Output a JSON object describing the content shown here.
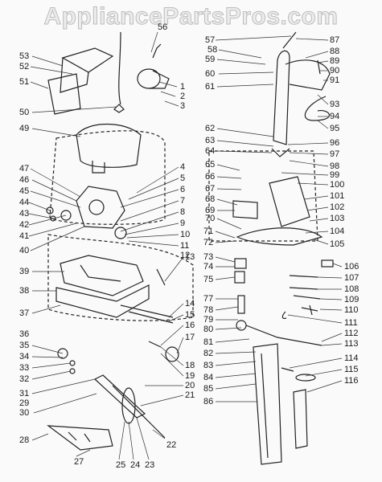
{
  "watermark": "AppliancePartsPros.com",
  "callouts": [
    "1",
    "2",
    "3",
    "4",
    "5",
    "6",
    "7",
    "8",
    "9",
    "10",
    "11",
    "12",
    "13",
    "14",
    "15",
    "16",
    "17",
    "18",
    "19",
    "20",
    "21",
    "22",
    "23",
    "24",
    "25",
    "27",
    "28",
    "29",
    "30",
    "31",
    "32",
    "33",
    "34",
    "35",
    "36",
    "37",
    "38",
    "39",
    "40",
    "41",
    "42",
    "43",
    "44",
    "45",
    "46",
    "47",
    "49",
    "50",
    "51",
    "52",
    "53",
    "56",
    "57",
    "58",
    "59",
    "60",
    "61",
    "62",
    "63",
    "64",
    "65",
    "66",
    "67",
    "68",
    "69",
    "70",
    "71",
    "72",
    "73",
    "74",
    "75",
    "77",
    "78",
    "79",
    "80",
    "81",
    "82",
    "83",
    "84",
    "85",
    "86",
    "87",
    "88",
    "89",
    "90",
    "91",
    "93",
    "94",
    "95",
    "96",
    "97",
    "98",
    "99",
    "100",
    "101",
    "102",
    "103",
    "104",
    "105",
    "106",
    "107",
    "108",
    "109",
    "110",
    "111",
    "112",
    "113",
    "114",
    "115",
    "116"
  ]
}
